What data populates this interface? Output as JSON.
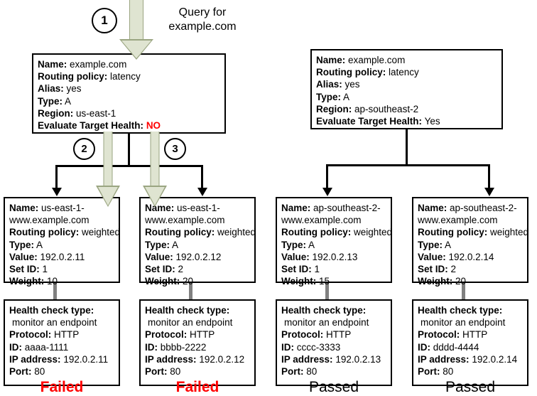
{
  "diagram": {
    "title_caption": "Query for\nexample.com",
    "caption_line1": "Query for",
    "caption_line2": "example.com",
    "steps": [
      {
        "number": "1"
      },
      {
        "number": "2"
      },
      {
        "number": "3"
      }
    ],
    "colors": {
      "arrow_fill": "#dfe4d1",
      "arrow_border": "#9aa581",
      "line": "#000000",
      "gray_connector": "#808080",
      "failed": "#ff0000",
      "passed": "#000000"
    }
  },
  "labels": {
    "name": "Name:",
    "routing_policy": "Routing policy:",
    "alias": "Alias:",
    "type": "Type:",
    "region": "Region:",
    "evaluate_target_health": "Evaluate Target Health:",
    "value": "Value:",
    "set_id": "Set ID:",
    "weight": "Weight:",
    "health_check_type": "Health check type:",
    "protocol": "Protocol:",
    "id": "ID:",
    "ip_address": "IP address:",
    "port": "Port:"
  },
  "alias_records": [
    {
      "name": "example.com",
      "routing_policy": "latency",
      "alias": "yes",
      "type": "A",
      "region": "us-east-1",
      "evaluate_target_health": "NO",
      "eth_is_alert": true
    },
    {
      "name": "example.com",
      "routing_policy": "latency",
      "alias": "yes",
      "type": "A",
      "region": "ap-southeast-2",
      "evaluate_target_health": "Yes",
      "eth_is_alert": false
    }
  ],
  "weighted_records": [
    {
      "name_line1": "us-east-1-",
      "name_line2": "www.example.com",
      "routing_policy": "weighted",
      "type": "A",
      "value": "192.0.2.11",
      "set_id": "1",
      "weight": "10"
    },
    {
      "name_line1": "us-east-1-",
      "name_line2": "www.example.com",
      "routing_policy": "weighted",
      "type": "A",
      "value": "192.0.2.12",
      "set_id": "2",
      "weight": "20"
    },
    {
      "name_line1": "ap-southeast-2-",
      "name_line2": "www.example.com",
      "routing_policy": "weighted",
      "type": "A",
      "value": "192.0.2.13",
      "set_id": "1",
      "weight": "15"
    },
    {
      "name_line1": "ap-southeast-2-",
      "name_line2": "www.example.com",
      "routing_policy": "weighted",
      "type": "A",
      "value": "192.0.2.14",
      "set_id": "2",
      "weight": "20"
    }
  ],
  "health_checks": [
    {
      "type_value": "monitor an endpoint",
      "protocol": "HTTP",
      "id": "aaaa-1111",
      "ip_address": "192.0.2.11",
      "port": "80",
      "status": "Failed",
      "status_kind": "failed"
    },
    {
      "type_value": "monitor an endpoint",
      "protocol": "HTTP",
      "id": "bbbb-2222",
      "ip_address": "192.0.2.12",
      "port": "80",
      "status": "Failed",
      "status_kind": "failed"
    },
    {
      "type_value": "monitor an endpoint",
      "protocol": "HTTP",
      "id": "cccc-3333",
      "ip_address": "192.0.2.13",
      "port": "80",
      "status": "Passed",
      "status_kind": "passed"
    },
    {
      "type_value": "monitor an endpoint",
      "protocol": "HTTP",
      "id": "dddd-4444",
      "ip_address": "192.0.2.14",
      "port": "80",
      "status": "Passed",
      "status_kind": "passed"
    }
  ]
}
